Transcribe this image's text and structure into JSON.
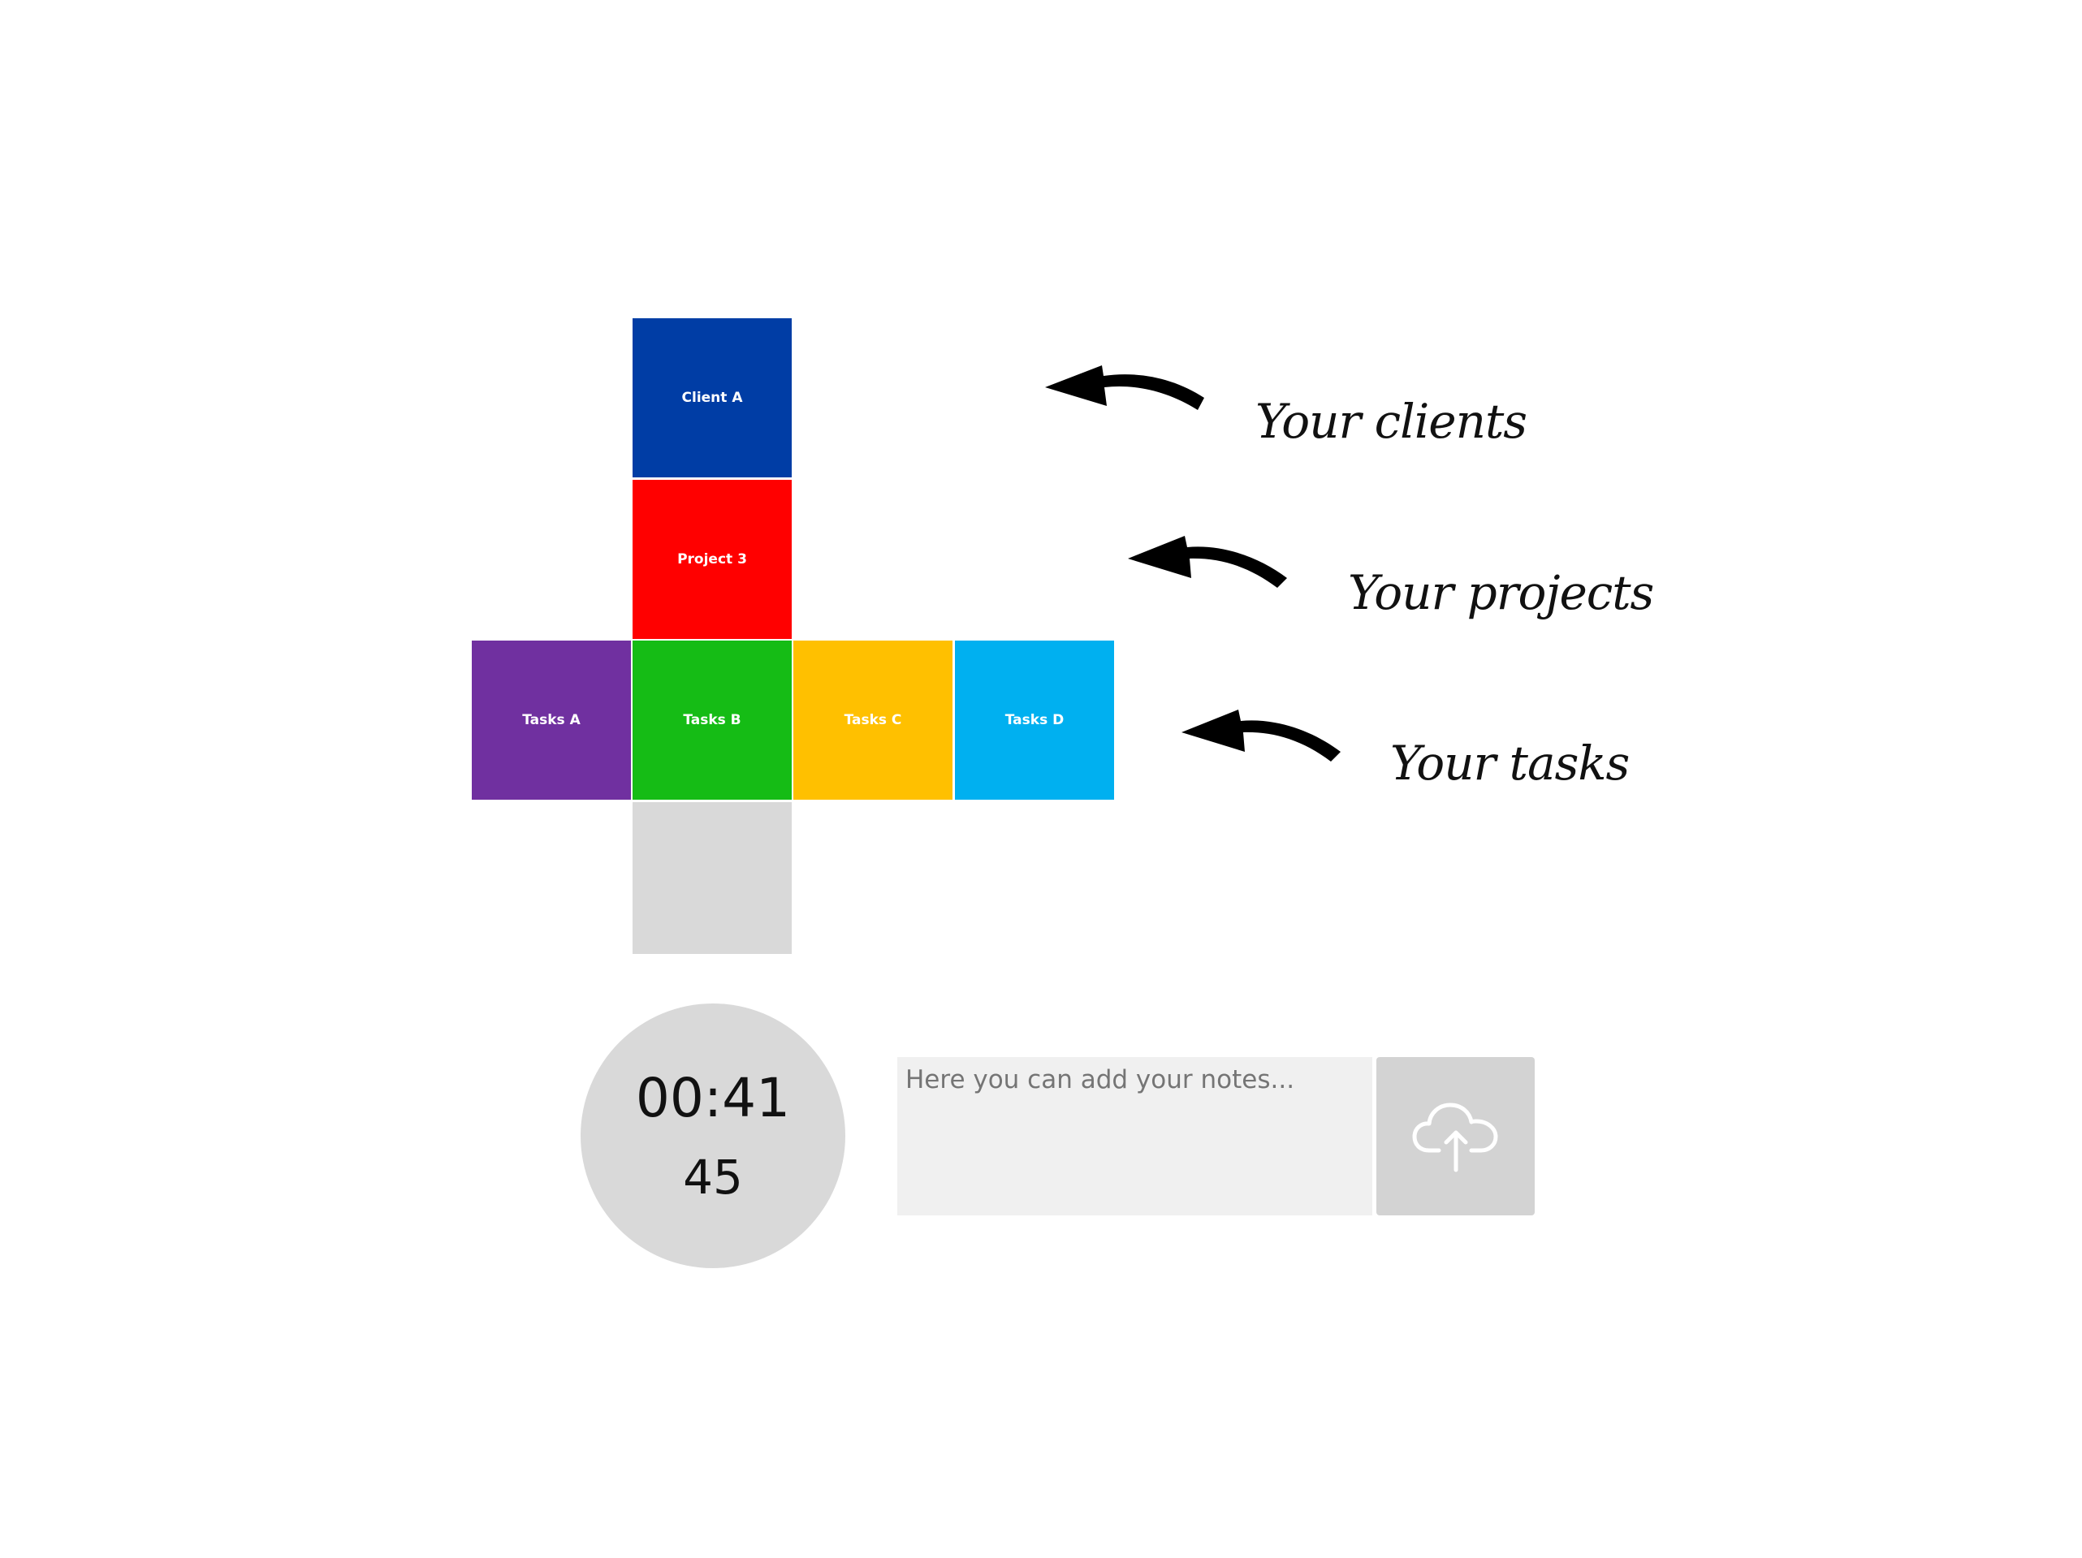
{
  "tiles": {
    "client": {
      "label": "Client A",
      "color": "#003da5"
    },
    "project": {
      "label": "Project 3",
      "color": "#ff0000"
    },
    "tasks": [
      {
        "label": "Tasks A",
        "color": "#7030a0"
      },
      {
        "label": "Tasks B",
        "color": "#15bc15"
      },
      {
        "label": "Tasks C",
        "color": "#ffc000"
      },
      {
        "label": "Tasks D",
        "color": "#00b0f0"
      }
    ],
    "empty": {
      "color": "#d9d9d9"
    }
  },
  "annotations": {
    "clients": "Your clients",
    "projects": "Your projects",
    "tasks": "Your tasks"
  },
  "timer": {
    "time": "00:41",
    "count": "45"
  },
  "notes": {
    "placeholder": "Here you can add your notes..."
  },
  "upload": {
    "icon": "cloud-upload-icon"
  }
}
